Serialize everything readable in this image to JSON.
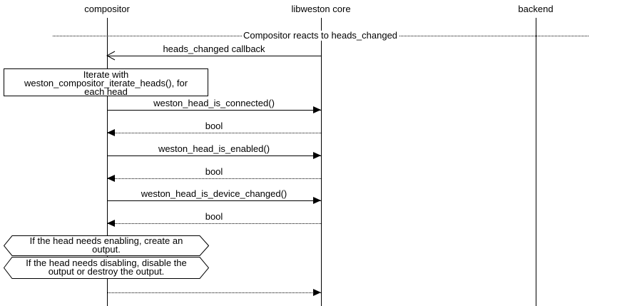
{
  "diagram": {
    "colors": {
      "foreground": "#000000",
      "background": "#ffffff"
    },
    "actors": [
      {
        "label": "compositor"
      },
      {
        "label": "libweston core"
      },
      {
        "label": "backend"
      }
    ],
    "divider": {
      "label": "Compositor reacts to heads_changed"
    },
    "note": {
      "lines": [
        "Iterate with",
        "weston_compositor_iterate_heads(), for",
        "each head"
      ]
    },
    "messages": [
      {
        "label": "heads_changed callback",
        "from": "libweston core",
        "to": "compositor",
        "line": "solid",
        "arrowhead": "open"
      },
      {
        "label": "weston_head_is_connected()",
        "from": "compositor",
        "to": "libweston core",
        "line": "solid",
        "arrowhead": "filled"
      },
      {
        "label": "bool",
        "from": "libweston core",
        "to": "compositor",
        "line": "dotted",
        "arrowhead": "filled"
      },
      {
        "label": "weston_head_is_enabled()",
        "from": "compositor",
        "to": "libweston core",
        "line": "solid",
        "arrowhead": "filled"
      },
      {
        "label": "bool",
        "from": "libweston core",
        "to": "compositor",
        "line": "dotted",
        "arrowhead": "filled"
      },
      {
        "label": "weston_head_is_device_changed()",
        "from": "compositor",
        "to": "libweston core",
        "line": "solid",
        "arrowhead": "filled"
      },
      {
        "label": "bool",
        "from": "libweston core",
        "to": "compositor",
        "line": "dotted",
        "arrowhead": "filled"
      },
      {
        "label": "",
        "from": "compositor",
        "to": "libweston core",
        "line": "dotted",
        "arrowhead": "filled"
      }
    ],
    "conditions": [
      {
        "lines": [
          "If the head needs enabling, create an",
          "output."
        ]
      },
      {
        "lines": [
          "If the head needs disabling, disable the",
          "output or destroy the output."
        ]
      }
    ]
  }
}
